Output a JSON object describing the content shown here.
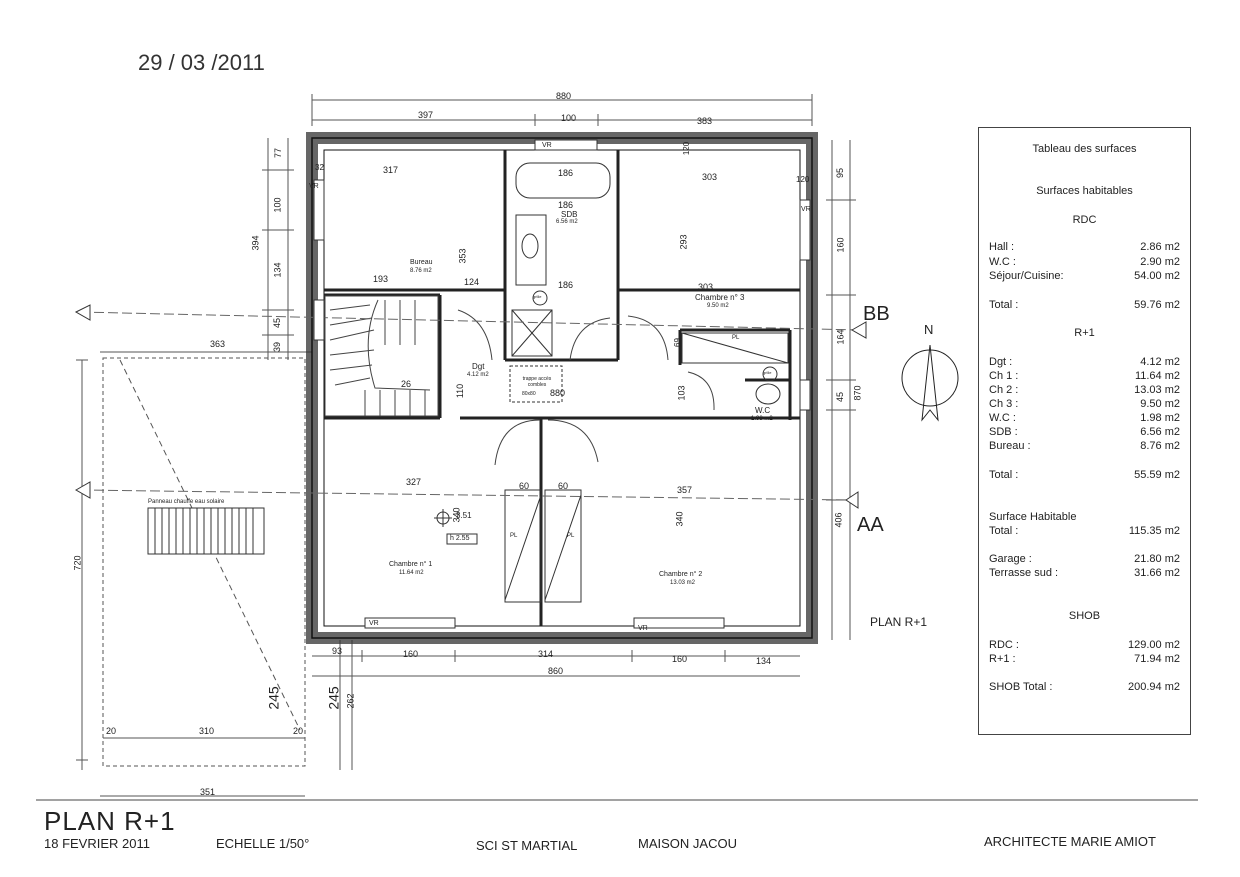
{
  "header": {
    "date": "29 / 03 /2011"
  },
  "dimensions": {
    "top_total": "880",
    "top_a": "397",
    "top_b": "100",
    "top_c": "383",
    "left_a": "77",
    "left_b": "100",
    "left_c": "134",
    "left_d": "45",
    "left_e": "39",
    "left_total": "394",
    "left_ext": "363",
    "left_720": "720",
    "right_95": "95",
    "right_160": "160",
    "right_164": "164",
    "right_45": "45",
    "right_870": "870",
    "right_406": "406",
    "bottom_93": "93",
    "bottom_160a": "160",
    "bottom_314": "314",
    "bottom_160b": "160",
    "bottom_134": "134",
    "bottom_860": "860",
    "terr_310": "310",
    "terr_351": "351",
    "terr_20a": "20",
    "terr_20b": "20",
    "terr_245a": "245",
    "terr_245b": "245",
    "terr_262": "262"
  },
  "rooms": {
    "bureau": "Bureau",
    "bureau_area": "8.76 m2",
    "sdb": "SDB",
    "sdb_area": "6.56 m2",
    "ch3": "Chambre n° 3",
    "ch3_area": "9.50 m2",
    "dgt": "Dgt",
    "dgt_area": "4.12 m2",
    "wc": "W.C",
    "wc_area": "1.98 m2",
    "ch1": "Chambre n° 1",
    "ch1_area": "11.64 m2",
    "ch2": "Chambre n° 2",
    "ch2_area": "13.03 m2",
    "trappe": "trappe accès combles",
    "trappe_size": "80x80",
    "panneau": "Panneau chauffe eau solaire",
    "h": "h 2.55",
    "pl": "PL",
    "vr": "VR",
    "grille": "grille",
    "num_26": "26"
  },
  "inner_dims": {
    "d317": "317",
    "d186a": "186",
    "d186b": "186",
    "d303a": "303",
    "d303b": "303",
    "d193": "193",
    "d124": "124",
    "d186c": "186",
    "d353": "353",
    "d293": "293",
    "d327": "327",
    "d357": "357",
    "d340a": "340",
    "d340b": "340",
    "d60a": "60",
    "d60b": "60",
    "d103": "103",
    "d110": "110",
    "d880": "880",
    "d351": "3.51",
    "d120a": "120",
    "d120b": "120",
    "d32": "32",
    "d69": "69"
  },
  "labels": {
    "bb": "BB",
    "aa": "AA",
    "north": "N",
    "plan_small": "PLAN R+1"
  },
  "surfaces": {
    "title": "Tableau des surfaces",
    "subtitle": "Surfaces habitables",
    "rdc": "RDC",
    "rdc_rows": [
      {
        "k": "Hall :",
        "v": "2.86 m2"
      },
      {
        "k": "W.C :",
        "v": "2.90 m2"
      },
      {
        "k": "Séjour/Cuisine:",
        "v": "54.00 m2"
      }
    ],
    "rdc_total_k": "Total :",
    "rdc_total_v": "59.76 m2",
    "r1": "R+1",
    "r1_rows": [
      {
        "k": "Dgt :",
        "v": "4.12 m2"
      },
      {
        "k": "Ch 1 :",
        "v": "11.64 m2"
      },
      {
        "k": "Ch 2 :",
        "v": "13.03 m2"
      },
      {
        "k": "Ch 3 :",
        "v": "9.50 m2"
      },
      {
        "k": "W.C :",
        "v": "1.98 m2"
      },
      {
        "k": "SDB :",
        "v": "6.56 m2"
      },
      {
        "k": "Bureau :",
        "v": "8.76 m2"
      }
    ],
    "r1_total_k": "Total :",
    "r1_total_v": "55.59 m2",
    "sh_label": "Surface Habitable",
    "sh_total_k": "Total :",
    "sh_total_v": "115.35 m2",
    "garage_k": "Garage :",
    "garage_v": "21.80 m2",
    "terrasse_k": "Terrasse sud :",
    "terrasse_v": "31.66 m2",
    "shob": "SHOB",
    "shob_rdc_k": "RDC :",
    "shob_rdc_v": "129.00 m2",
    "shob_r1_k": "R+1 :",
    "shob_r1_v": "71.94 m2",
    "shob_total_k": "SHOB Total :",
    "shob_total_v": "200.94 m2"
  },
  "footer": {
    "plan": "PLAN R+1",
    "date": "18 FEVRIER 2011",
    "echelle": "ECHELLE 1/50°",
    "sci": "SCI ST MARTIAL",
    "maison": "MAISON JACOU",
    "architecte": "ARCHITECTE MARIE AMIOT"
  }
}
